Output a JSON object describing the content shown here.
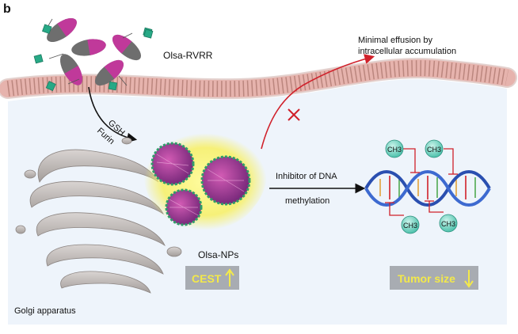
{
  "panel_label": "b",
  "labels": {
    "prodrug": "Olsa-RVRR",
    "gsh": "GSH",
    "furin": "Furin",
    "efflux_line1": "Minimal effusion by",
    "efflux_line2": "intracellular accumulation",
    "inhibitor_line1": "Inhibitor of DNA",
    "inhibitor_line2": "methylation",
    "nanoparticles": "Olsa-NPs",
    "golgi": "Golgi apparatus",
    "cest": "CEST",
    "tumor_size": "Tumor size",
    "methyl": "CH3"
  },
  "colors": {
    "cell_interior": "#eef4fb",
    "membrane": "#e6b3ad",
    "membrane_stroke": "#b07a72",
    "capsule_magenta": "#c0399a",
    "capsule_gray": "#6e6e6e",
    "cube_green": "#27a986",
    "glow_yellow": "#f7f06a",
    "red_arrow": "#d0202a",
    "dna_blue": "#2a4fb0",
    "badge_gray": "#a8acb2",
    "badge_text": "#f3e94a",
    "methyl_fill": "#7fd9c8"
  },
  "icons": {
    "efflux_block": "cross-icon",
    "increase": "arrow-up-icon",
    "decrease": "arrow-down-icon"
  }
}
